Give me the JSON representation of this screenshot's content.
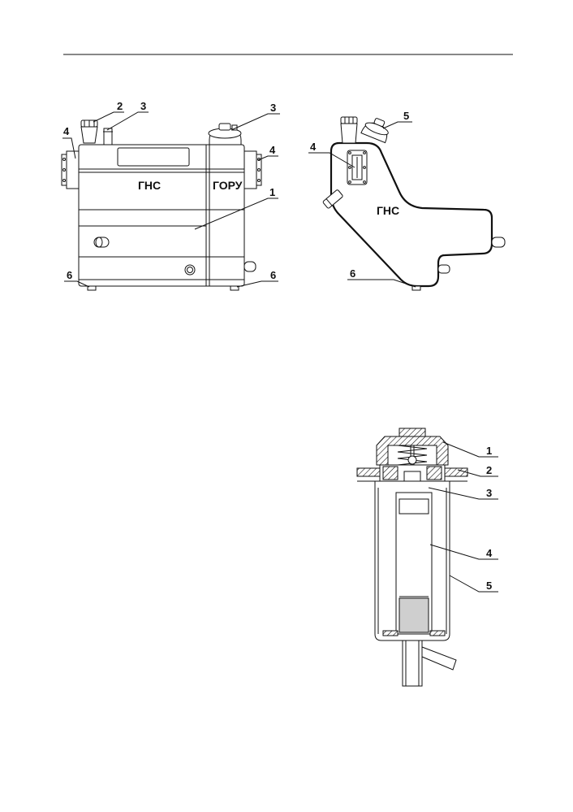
{
  "figure_left": {
    "tank_labels": {
      "main": "ГНС",
      "side": "ГОРУ"
    },
    "callouts": [
      "2",
      "3",
      "3",
      "4",
      "4",
      "1",
      "6",
      "6"
    ]
  },
  "figure_right": {
    "tank_label": "ГНС",
    "callouts": [
      "5",
      "4",
      "6"
    ]
  },
  "figure_filter": {
    "callouts": [
      "1",
      "2",
      "3",
      "4",
      "5"
    ]
  }
}
